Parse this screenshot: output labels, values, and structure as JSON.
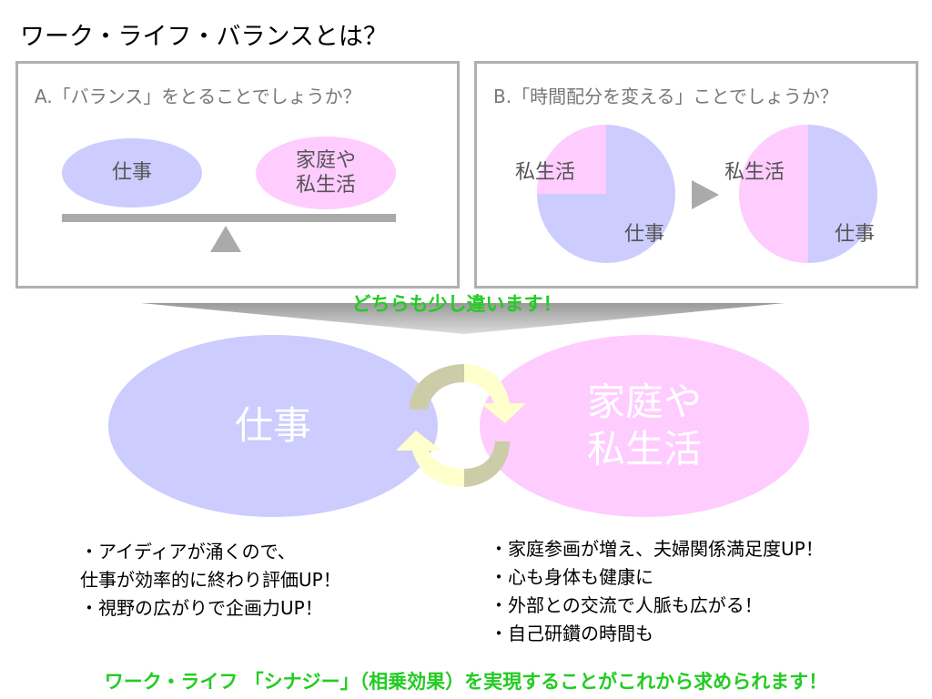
{
  "title": "ワーク・ライフ・バランスとは？",
  "panel_a": {
    "heading": "A.「バランス」をとることでしょうか？",
    "left": "仕事",
    "right_line1": "家庭や",
    "right_line2": "私生活"
  },
  "panel_b": {
    "heading": "B.「時間配分を変える」ことでしょうか？",
    "before": {
      "private_label": "私生活",
      "work_label": "仕事",
      "private_share": 0.25,
      "work_share": 0.75
    },
    "after": {
      "private_label": "私生活",
      "work_label": "仕事",
      "private_share": 0.5,
      "work_share": 0.5
    }
  },
  "note": "どちらも少し違います！",
  "synergy": {
    "work": "仕事",
    "life_line1": "家庭や",
    "life_line2": "私生活"
  },
  "work_points": [
    "・アイディアが涌くので、",
    "仕事が効率的に終わり評価UP！",
    "・視野の広がりで企画力UP！"
  ],
  "life_points": [
    "・家庭参画が増え、夫婦関係満足度UP！",
    "・心も身体も健康に",
    "・外部との交流で人脈も広がる！",
    "・自己研鑽の時間も"
  ],
  "conclusion": "ワーク・ライフ 「シナジー」（相乗効果）を実現することがこれから求められます！",
  "colors": {
    "work": "#ccccff",
    "life": "#ffccff",
    "gray": "#aaaaaa",
    "green": "#22cc22"
  }
}
